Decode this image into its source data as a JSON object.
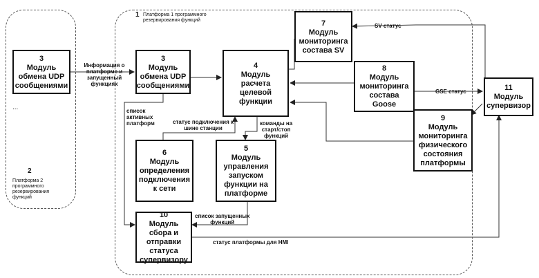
{
  "platform1": {
    "num": "1",
    "label": "Платформа 1 программного\nрезервирования функций"
  },
  "platform2": {
    "num": "2",
    "label": "Платформа 2\nпрограммного\nрезервирования\nфункций",
    "ellipsis": "..."
  },
  "modules": {
    "udp_ext": {
      "num": "3",
      "title": "Модуль\nобмена UDP\nсообщениями"
    },
    "udp": {
      "num": "3",
      "title": "Модуль\nобмена UDP\nсообщениями"
    },
    "calc": {
      "num": "4",
      "title": "Модуль расчета\nцелевой\nфункции"
    },
    "startmgr": {
      "num": "5",
      "title": "Модуль\nуправления\nзапуском\nфункции на\nплатформе"
    },
    "netdet": {
      "num": "6",
      "title": "Модуль\nопределения\nподключения\nк сети"
    },
    "svmon": {
      "num": "7",
      "title": "Модуль\nмониторинга\nсостава SV"
    },
    "goosemon": {
      "num": "8",
      "title": "Модуль\nмониторинга\nсостава Goose"
    },
    "physmon": {
      "num": "9",
      "title": "Модуль\nмониторинга\nфизического\nсостояния\nплатформы"
    },
    "collect": {
      "num": "10",
      "title": "Модуль сбора и\nотправки\nстатуса\nсупервизору"
    },
    "supervisor": {
      "num": "11",
      "title": "Модуль\nсупервизор"
    }
  },
  "labels": {
    "info_exchange": "Информация о\nплатформе и\nзапущенный\nфункциях",
    "active_platforms": "список\nактивных\nплатформ",
    "bus_status": "статус подключения к\nшине станции",
    "commands": "команды на\nстарт/стоп\nфункций",
    "sv_status": "SV статус",
    "gse_status": "GSE статус",
    "launched_functions": "список запущенных\nфункций",
    "hmi_status": "статус платформы для HMI"
  }
}
